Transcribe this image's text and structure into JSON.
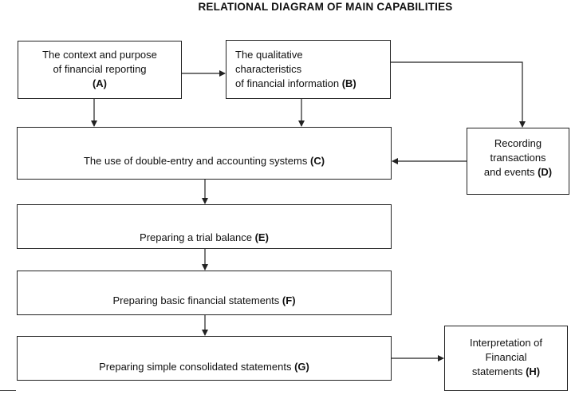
{
  "title": "RELATIONAL DIAGRAM OF MAIN CAPABILITIES",
  "boxes": {
    "a": {
      "lines": [
        "The context and purpose",
        "of financial reporting"
      ],
      "code": "(A)"
    },
    "b": {
      "lines": [
        "The qualitative",
        "characteristics"
      ],
      "last": "of financial information",
      "code": "(B)"
    },
    "c": {
      "text": "The use of double-entry and accounting  systems",
      "code": "(C)"
    },
    "d": {
      "lines": [
        "Recording",
        "transactions"
      ],
      "last": "and events",
      "code": "(D)"
    },
    "e": {
      "text": "Preparing a trial balance",
      "code": "(E)"
    },
    "f": {
      "text": "Preparing basic financial statements",
      "code": "(F)"
    },
    "g": {
      "text": "Preparing simple consolidated statements",
      "code": "(G)"
    },
    "h": {
      "lines": [
        "Interpretation of",
        "Financial"
      ],
      "last": "statements",
      "code": "(H)"
    }
  }
}
